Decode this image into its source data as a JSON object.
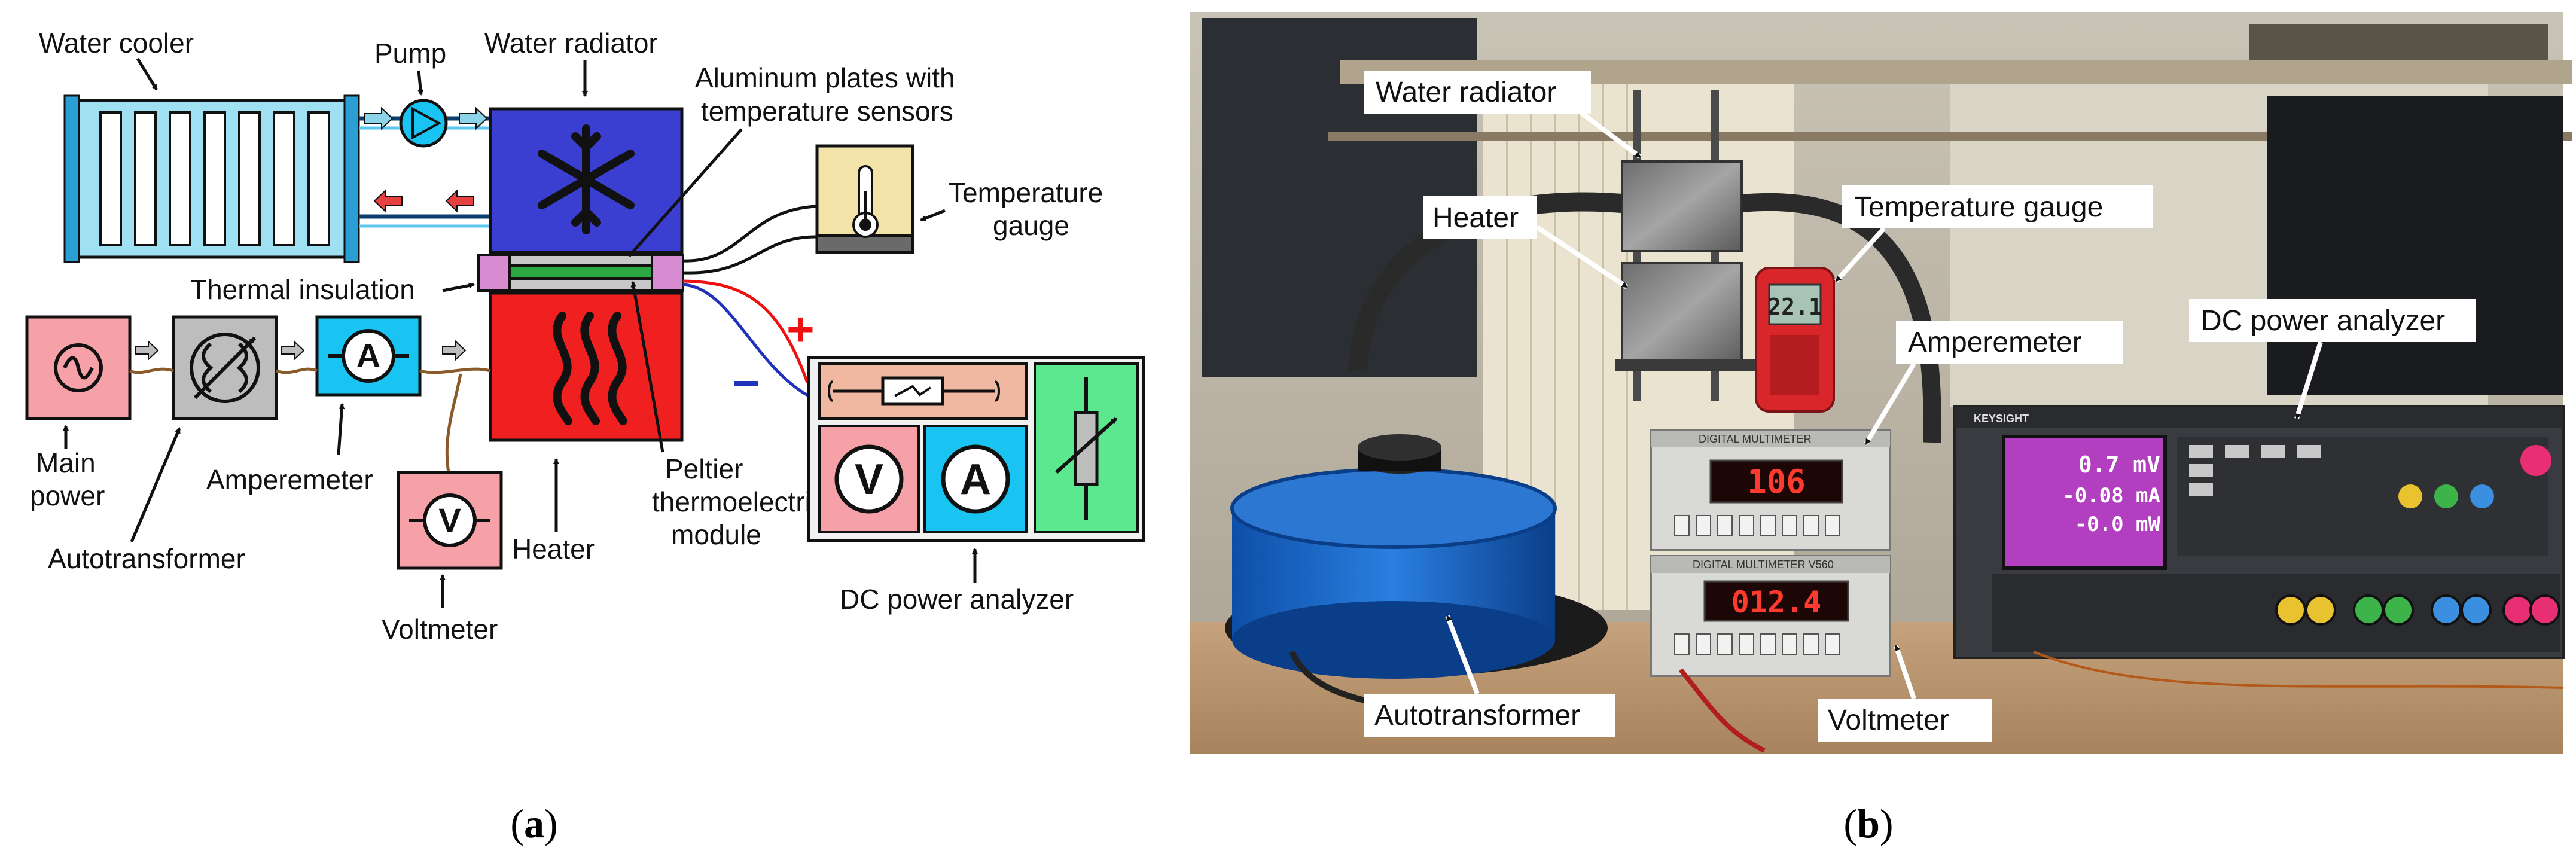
{
  "panel_a": {
    "labels": {
      "water_cooler": "Water cooler",
      "pump": "Pump",
      "water_radiator": "Water radiator",
      "aluminum_line1": "Aluminum plates with",
      "aluminum_line2": "temperature sensors",
      "temperature_gauge_line1": "Temperature",
      "temperature_gauge_line2": "gauge",
      "thermal_insulation": "Thermal insulation",
      "main_power_line1": "Main",
      "main_power_line2": "power",
      "autotransformer": "Autotransformer",
      "amperemeter": "Amperemeter",
      "voltmeter": "Voltmeter",
      "heater": "Heater",
      "peltier_line1": "Peltier",
      "peltier_line2": "thermoelectric",
      "peltier_line3": "module",
      "dc_power_analyzer": "DC power analyzer",
      "plus": "+",
      "minus": "−"
    },
    "meter_symbols": {
      "ammeter": "A",
      "voltmeter": "V"
    },
    "caption": "(a)"
  },
  "panel_b": {
    "callouts": {
      "water_radiator": "Water radiator",
      "heater": "Heater",
      "temperature_gauge": "Temperature gauge",
      "amperemeter": "Amperemeter",
      "dc_power_analyzer": "DC power analyzer",
      "autotransformer": "Autotransformer",
      "voltmeter": "Voltmeter"
    },
    "readouts": {
      "temperature": "22.1",
      "amperemeter": "106",
      "voltmeter": "012.4",
      "analyzer_voltage": "0.7 mV",
      "analyzer_current": "-0.08 mA",
      "analyzer_power": "-0.0 mW"
    },
    "meter_brand": "DIGITAL MULTIMETER",
    "voltmeter_model": "DIGITAL MULTIMETER V560",
    "analyzer_brand": "KEYSIGHT",
    "caption": "(b)"
  },
  "colors": {
    "cooler_fill": "#9fe0f3",
    "radiator_fill": "#3a3fd1",
    "heater_fill": "#f02020",
    "ammeter_fill": "#19c3f2",
    "voltmeter_fill": "#f6a1a8",
    "autotransformer_fill": "#bdbdbd",
    "resistor_panel_fill": "#f0b8a0",
    "variable_resistor_fill": "#5be88f",
    "analyzer_case_fill": "#f1f1f1",
    "gauge_fill": "#f4e3a8",
    "cold_arrow": "#8bd4ea",
    "hot_arrow": "#e64040",
    "plus_red": "#ee1111",
    "minus_blue": "#2233bb"
  }
}
